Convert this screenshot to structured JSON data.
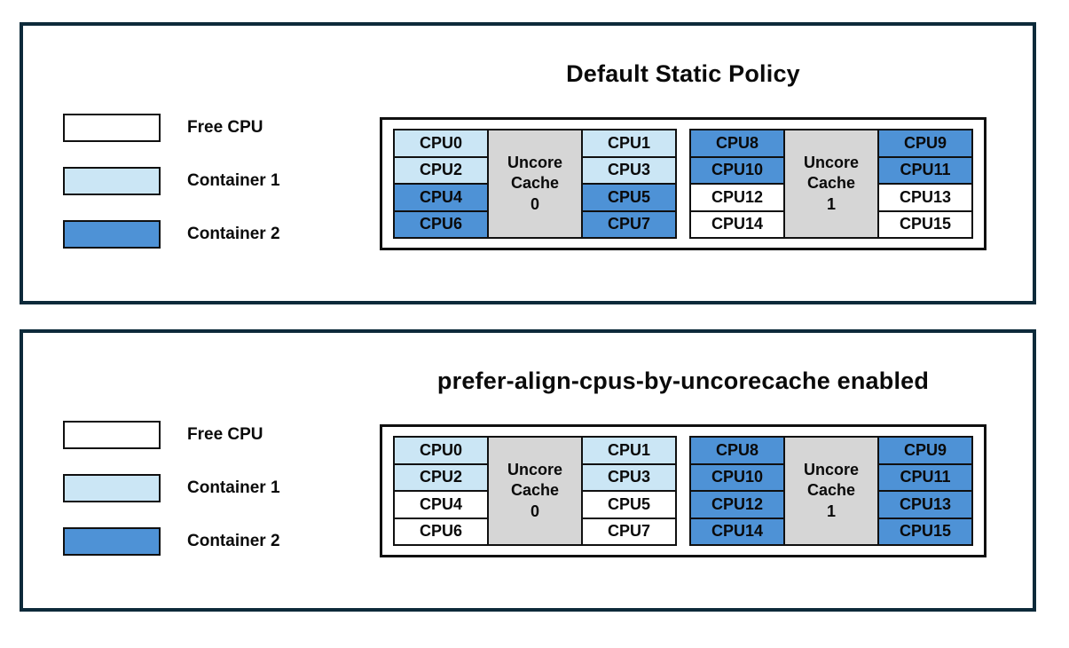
{
  "colors": {
    "free": "#ffffff",
    "container1": "#cbe6f5",
    "container2": "#4e92d6",
    "uncore": "#d6d6d6",
    "panel_border": "#0d2a3a",
    "cell_border": "#101010",
    "text": "#0a0a0a"
  },
  "legend": {
    "items": [
      {
        "label": "Free CPU",
        "color_key": "free"
      },
      {
        "label": "Container 1",
        "color_key": "container1"
      },
      {
        "label": "Container 2",
        "color_key": "container2"
      }
    ]
  },
  "panels": [
    {
      "title": "Default Static Policy",
      "clusters": [
        {
          "cache_lines": [
            "Uncore",
            "Cache",
            "0"
          ],
          "left_cpus": [
            {
              "label": "CPU0",
              "state": "container1"
            },
            {
              "label": "CPU2",
              "state": "container1"
            },
            {
              "label": "CPU4",
              "state": "container2"
            },
            {
              "label": "CPU6",
              "state": "container2"
            }
          ],
          "right_cpus": [
            {
              "label": "CPU1",
              "state": "container1"
            },
            {
              "label": "CPU3",
              "state": "container1"
            },
            {
              "label": "CPU5",
              "state": "container2"
            },
            {
              "label": "CPU7",
              "state": "container2"
            }
          ]
        },
        {
          "cache_lines": [
            "Uncore",
            "Cache",
            "1"
          ],
          "left_cpus": [
            {
              "label": "CPU8",
              "state": "container2"
            },
            {
              "label": "CPU10",
              "state": "container2"
            },
            {
              "label": "CPU12",
              "state": "free"
            },
            {
              "label": "CPU14",
              "state": "free"
            }
          ],
          "right_cpus": [
            {
              "label": "CPU9",
              "state": "container2"
            },
            {
              "label": "CPU11",
              "state": "container2"
            },
            {
              "label": "CPU13",
              "state": "free"
            },
            {
              "label": "CPU15",
              "state": "free"
            }
          ]
        }
      ]
    },
    {
      "title": "prefer-align-cpus-by-uncorecache enabled",
      "clusters": [
        {
          "cache_lines": [
            "Uncore",
            "Cache",
            "0"
          ],
          "left_cpus": [
            {
              "label": "CPU0",
              "state": "container1"
            },
            {
              "label": "CPU2",
              "state": "container1"
            },
            {
              "label": "CPU4",
              "state": "free"
            },
            {
              "label": "CPU6",
              "state": "free"
            }
          ],
          "right_cpus": [
            {
              "label": "CPU1",
              "state": "container1"
            },
            {
              "label": "CPU3",
              "state": "container1"
            },
            {
              "label": "CPU5",
              "state": "free"
            },
            {
              "label": "CPU7",
              "state": "free"
            }
          ]
        },
        {
          "cache_lines": [
            "Uncore",
            "Cache",
            "1"
          ],
          "left_cpus": [
            {
              "label": "CPU8",
              "state": "container2"
            },
            {
              "label": "CPU10",
              "state": "container2"
            },
            {
              "label": "CPU12",
              "state": "container2"
            },
            {
              "label": "CPU14",
              "state": "container2"
            }
          ],
          "right_cpus": [
            {
              "label": "CPU9",
              "state": "container2"
            },
            {
              "label": "CPU11",
              "state": "container2"
            },
            {
              "label": "CPU13",
              "state": "container2"
            },
            {
              "label": "CPU15",
              "state": "container2"
            }
          ]
        }
      ]
    }
  ]
}
